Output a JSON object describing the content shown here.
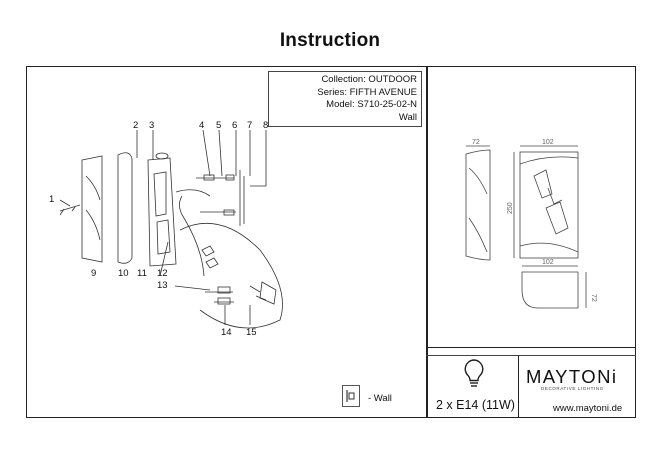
{
  "title": "Instruction",
  "info": {
    "collection": "Collection: OUTDOOR",
    "series": "Series: FIFTH AVENUE",
    "model": "Model: S710-25-02-N",
    "type": "Wall"
  },
  "part_numbers": [
    "1",
    "2",
    "3",
    "4",
    "5",
    "6",
    "7",
    "8",
    "9",
    "10",
    "11",
    "12",
    "13",
    "14",
    "15"
  ],
  "mount_note": "- Wall",
  "dimensions": {
    "side_depth": "72",
    "front_width": "102",
    "height": "250",
    "top_width": "102",
    "top_depth": "72"
  },
  "bulb": "2 x E14 (11W)",
  "brand": "MAYTONi",
  "brand_tagline": "DECORATIVE LIGHTING",
  "website": "www.maytoni.de",
  "icons": [
    "lightbulb-icon",
    "wall-mount-icon"
  ]
}
